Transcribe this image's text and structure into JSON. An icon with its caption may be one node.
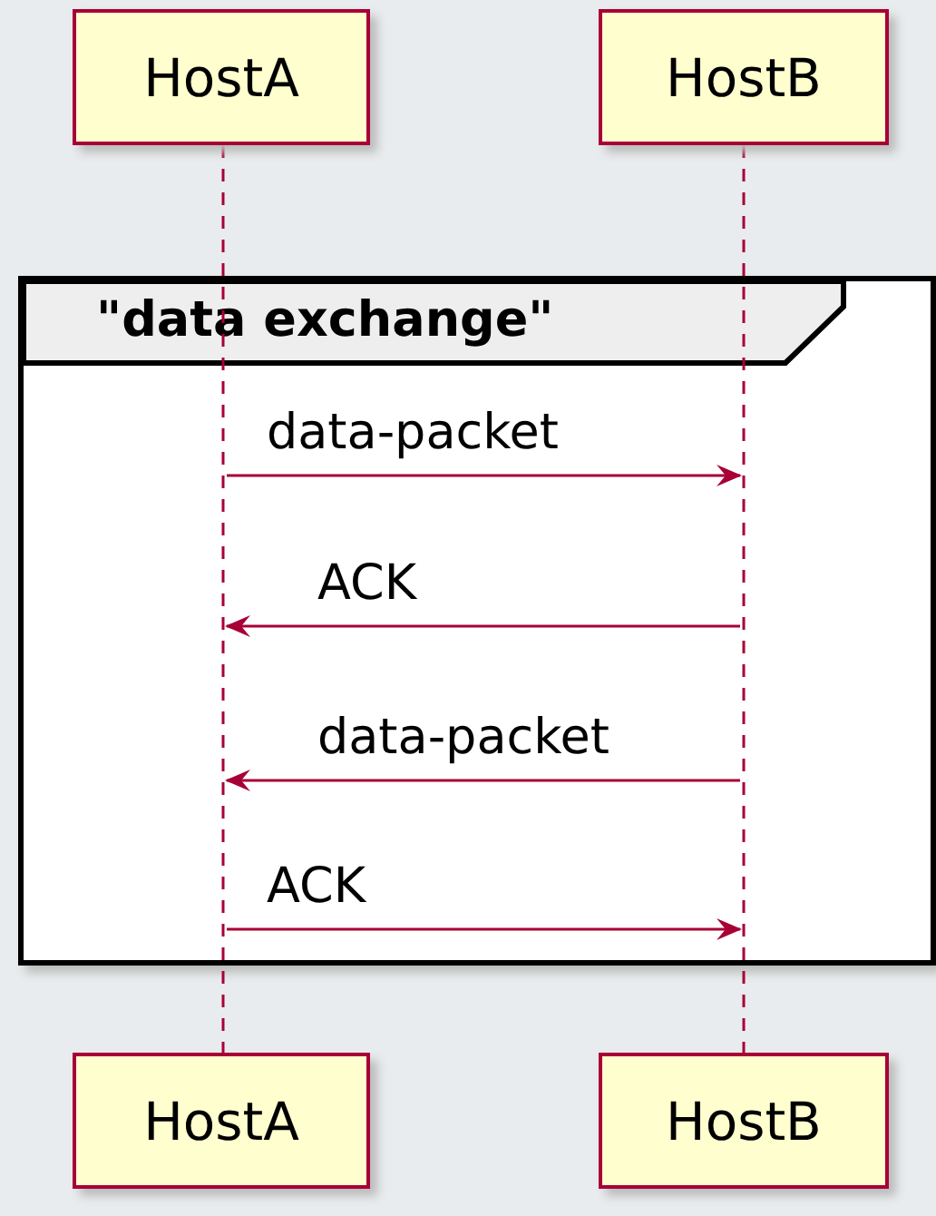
{
  "diagram": {
    "nodes": [
      {
        "text": [
          "HostA"
        ]
      },
      {
        "text": [
          "HostB"
        ]
      },
      {
        "text": [],
        "shape": "line"
      },
      {
        "text": [],
        "shape": "line"
      },
      {
        "text": [
          "HostA"
        ]
      },
      {
        "text": [
          "HostB"
        ]
      }
    ],
    "edges": [
      {
        "from": 2,
        "to": 3,
        "label": "data-packet",
        "arrow": "to"
      },
      {
        "from": 3,
        "to": 2,
        "label": "ACK",
        "arrow": "to"
      },
      {
        "from": 3,
        "to": 2,
        "label": "data-packet",
        "arrow": "to"
      },
      {
        "from": 2,
        "to": 3,
        "label": "ACK",
        "arrow": "to"
      }
    ],
    "labels": [
      "\"data exchange\""
    ]
  }
}
